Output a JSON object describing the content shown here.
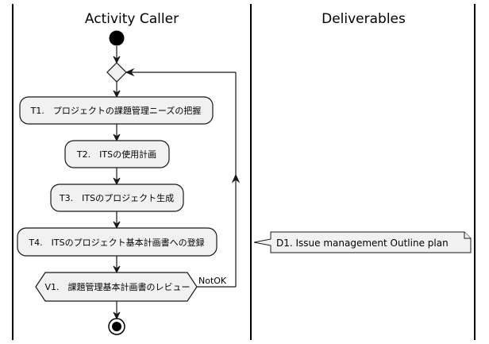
{
  "swimlanes": [
    {
      "title": "Activity Caller"
    },
    {
      "title": "Deliverables"
    }
  ],
  "activities": [
    {
      "label": "T1.　プロジェクトの課題管理ニーズの把握"
    },
    {
      "label": "T2.　ITSの使用計画"
    },
    {
      "label": "T3.　ITSのプロジェクト生成"
    },
    {
      "label": "T4.　ITSのプロジェクト基本計画書への登録"
    }
  ],
  "decision": {
    "label": "V1.　課題管理基本計画書のレビュー",
    "guard": "NotOK"
  },
  "note": {
    "text": "D1. Issue management Outline plan"
  },
  "colors": {
    "node_fill": "#f1f1f1",
    "stroke": "#181818"
  }
}
